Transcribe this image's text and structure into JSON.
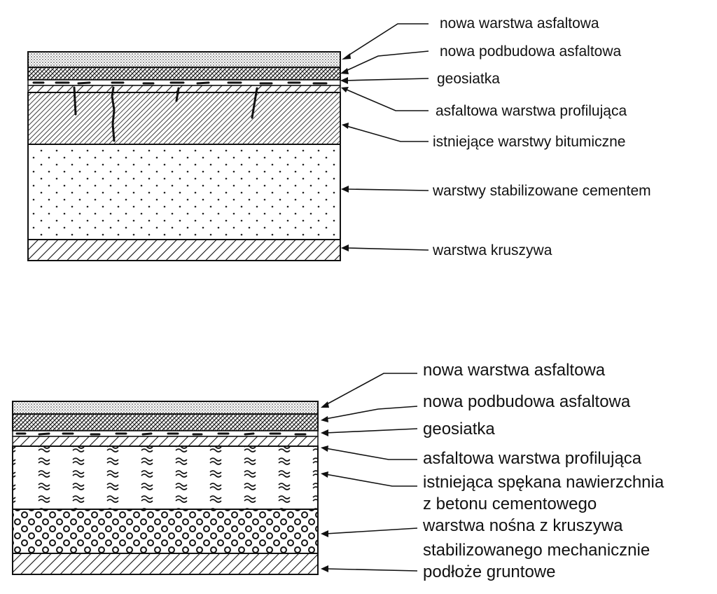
{
  "diagrams": [
    {
      "id": "top",
      "layers": [
        {
          "key": "new-asphalt",
          "label": "nowa warstwa asfaltowa",
          "pattern": "fine-dots"
        },
        {
          "key": "new-asphalt-base",
          "label": "nowa podbudowa asfaltowa",
          "pattern": "cross-hatch"
        },
        {
          "key": "geogrid",
          "label": "geosiatka",
          "pattern": "geogrid"
        },
        {
          "key": "levelling",
          "label": "asfaltowa warstwa profilująca",
          "pattern": "hatch"
        },
        {
          "key": "existing-bitumen",
          "label": "istniejące warstwy bitumiczne",
          "pattern": "dense-hatch-cracked"
        },
        {
          "key": "cement-stabilized",
          "label": "warstwy stabilizowane cementem",
          "pattern": "sparse-dots"
        },
        {
          "key": "aggregate",
          "label": "warstwa kruszywa",
          "pattern": "hatch"
        }
      ]
    },
    {
      "id": "bottom",
      "layers": [
        {
          "key": "new-asphalt",
          "label": "nowa warstwa asfaltowa",
          "pattern": "fine-dots"
        },
        {
          "key": "new-asphalt-base",
          "label": "nowa podbudowa asfaltowa",
          "pattern": "cross-hatch"
        },
        {
          "key": "geogrid",
          "label": "geosiatka",
          "pattern": "geogrid"
        },
        {
          "key": "levelling",
          "label": "asfaltowa warstwa profilująca",
          "pattern": "hatch"
        },
        {
          "key": "cracked-concrete",
          "label_lines": [
            "istniejąca spękana nawierzchnia",
            "z betonu cementowego"
          ],
          "pattern": "waves"
        },
        {
          "key": "mech-stabilized",
          "label_lines": [
            "warstwa nośna z kruszywa",
            "stabilizowanego mechanicznie"
          ],
          "pattern": "circles"
        },
        {
          "key": "subgrade",
          "label": "podłoże gruntowe",
          "pattern": "hatch"
        }
      ]
    }
  ],
  "colors": {
    "ink": "#111111",
    "paper": "#ffffff"
  }
}
